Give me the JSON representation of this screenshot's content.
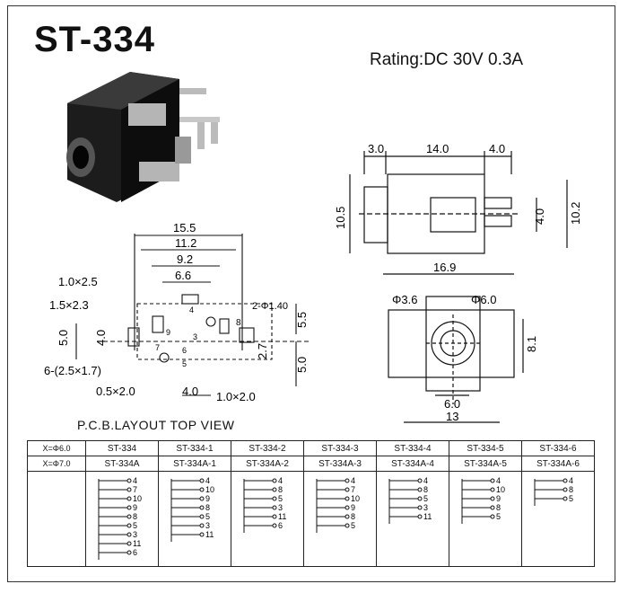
{
  "header": {
    "model": "ST-334",
    "rating": "Rating:DC 30V 0.3A"
  },
  "side_view": {
    "d_left": "3.0",
    "d_mid": "14.0",
    "d_right": "4.0",
    "height_left": "10.5",
    "pin_h": "4.0",
    "height_right": "10.2"
  },
  "front_view": {
    "width": "16.9",
    "hole1": "Φ3.6",
    "hole2": "Φ6.0",
    "h": "8.1",
    "pin_w": "6.0",
    "base": "13"
  },
  "pcb": {
    "caption": "P.C.B.LAYOUT TOP VIEW",
    "dims_top": [
      "15.5",
      "11.2",
      "9.2",
      "6.6"
    ],
    "pad_a": "1.0×2.5",
    "pad_b": "1.5×2.3",
    "pad_c": "6-(2.5×1.7)",
    "pad_d": "0.5×2.0",
    "pad_e": "1.0×2.0",
    "holes": "2-Φ1.40",
    "d_4": "4.0",
    "d_5": "5.0",
    "d_4b": "4.0",
    "d_55": "5.5",
    "d_27": "2.7",
    "d_50": "5.0",
    "pins": [
      "4",
      "8",
      "9",
      "3",
      "7",
      "6",
      "5"
    ]
  },
  "table": {
    "row1_head": "X=Φ6.0",
    "row2_head": "X=Φ7.0",
    "row1": [
      "ST-334",
      "ST-334-1",
      "ST-334-2",
      "ST-334-3",
      "ST-334-4",
      "ST-334-5",
      "ST-334-6"
    ],
    "row2": [
      "ST-334A",
      "ST-334A-1",
      "ST-334A-2",
      "ST-334A-3",
      "ST-334A-4",
      "ST-334A-5",
      "ST-334A-6"
    ],
    "schem": [
      [
        "4",
        "7",
        "10",
        "9",
        "8",
        "5",
        "3",
        "11",
        "6"
      ],
      [
        "4",
        "10",
        "9",
        "8",
        "5",
        "3",
        "11"
      ],
      [
        "4",
        "8",
        "5",
        "3",
        "11",
        "6"
      ],
      [
        "4",
        "7",
        "10",
        "9",
        "8",
        "5"
      ],
      [
        "4",
        "8",
        "5",
        "3",
        "11"
      ],
      [
        "4",
        "10",
        "9",
        "8",
        "5"
      ],
      [
        "4",
        "8",
        "5"
      ]
    ]
  }
}
